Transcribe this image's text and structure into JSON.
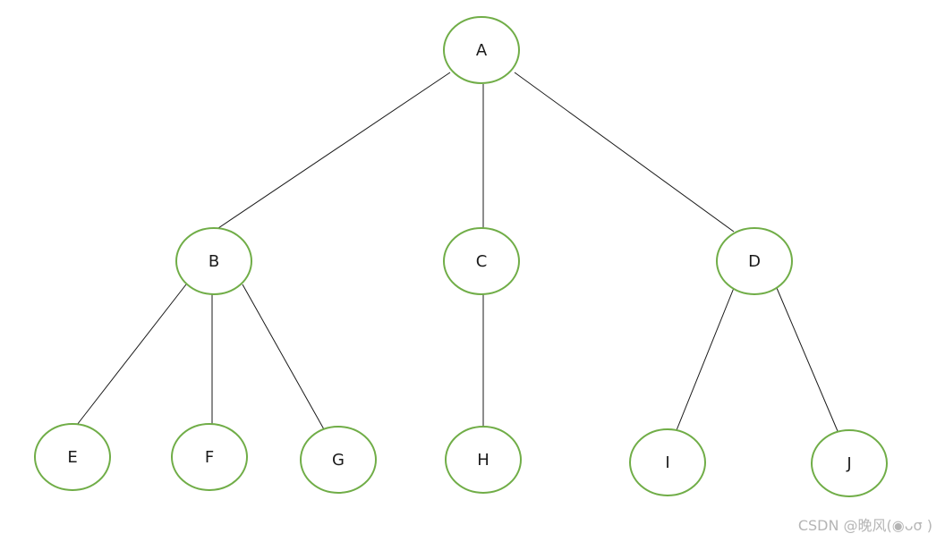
{
  "diagram": {
    "type": "tree",
    "root": "A",
    "nodes": [
      "A",
      "B",
      "C",
      "D",
      "E",
      "F",
      "G",
      "H",
      "I",
      "J"
    ],
    "edges": [
      [
        "A",
        "B"
      ],
      [
        "A",
        "C"
      ],
      [
        "A",
        "D"
      ],
      [
        "B",
        "E"
      ],
      [
        "B",
        "F"
      ],
      [
        "B",
        "G"
      ],
      [
        "C",
        "H"
      ],
      [
        "D",
        "I"
      ],
      [
        "D",
        "J"
      ]
    ],
    "node_stroke_color": "#70ad47",
    "edge_color": "#1a1a1a"
  },
  "watermark": {
    "text": "CSDN @晚风(◉ᴗσ )"
  }
}
